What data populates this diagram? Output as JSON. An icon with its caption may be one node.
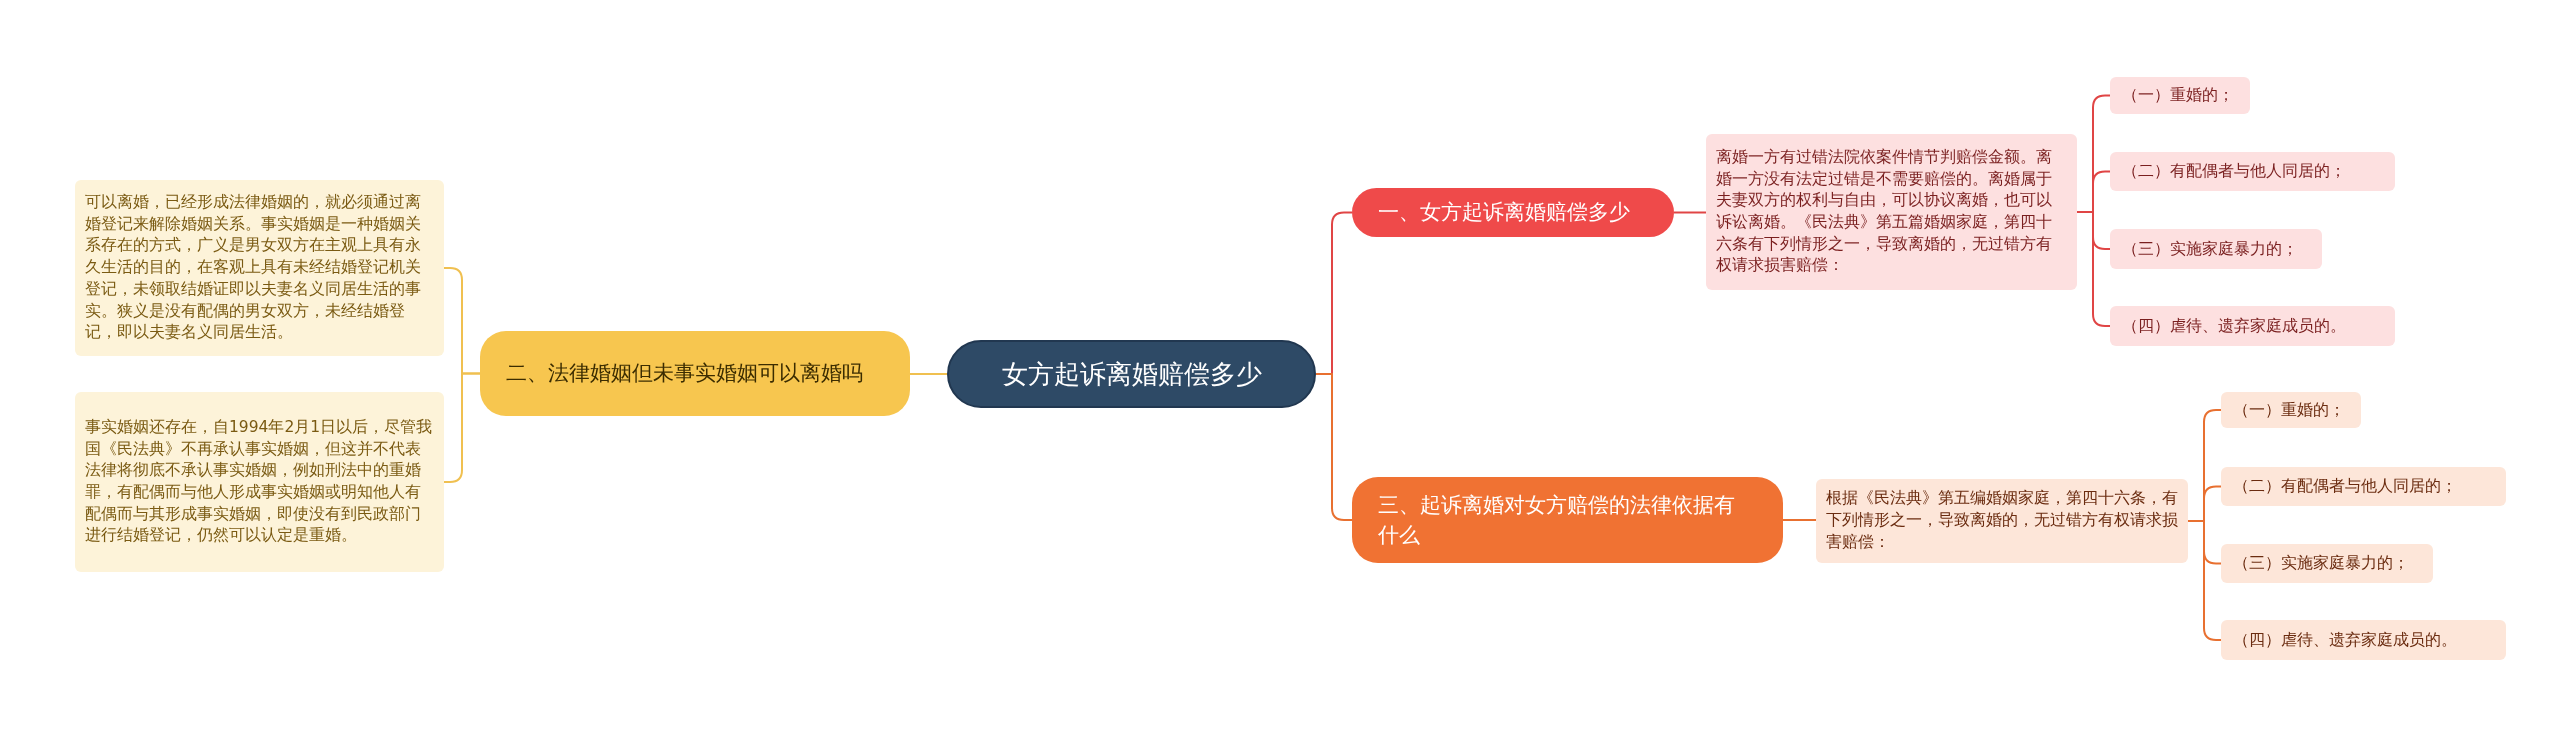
{
  "diagram": {
    "nodes": [
      {
        "text": [
          "女方起诉离婚赔偿多少"
        ]
      },
      {
        "text": [
          "一、女方起诉离婚赔偿多少"
        ]
      },
      {
        "text": [
          "离婚一方有过错法院依案件情节判赔偿金额。离婚一方没有法定过错是不需要赔偿的。离婚属于夫妻双方的权利与自由，可以协议离婚，也可以诉讼离婚。《民法典》第五篇婚姻家庭，第四十六条有下列情形之一，导致离婚的，无过错方有权请求损害赔偿："
        ]
      },
      {
        "text": [
          "（一）重婚的；"
        ]
      },
      {
        "text": [
          "（二）有配偶者与他人同居的；"
        ]
      },
      {
        "text": [
          "（三）实施家庭暴力的；"
        ]
      },
      {
        "text": [
          "（四）虐待、遗弃家庭成员的。"
        ]
      },
      {
        "text": [
          "二、法律婚姻但未事实婚姻可以离婚吗"
        ]
      },
      {
        "text": [
          "可以离婚，已经形成法律婚姻的，就必须通过离婚登记来解除婚姻关系。事实婚姻是一种婚姻关系存在的方式，广义是男女双方在主观上具有永久生活的目的，在客观上具有未经结婚登记机关登记，未领取结婚证即以夫妻名义同居生活的事实。狭义是没有配偶的男女双方，未经结婚登记，即以夫妻名义同居生活。"
        ]
      },
      {
        "text": [
          "事实婚姻还存在，自1994年2月1日以后，尽管我国《民法典》不再承认事实婚姻，但这并不代表法律将彻底不承认事实婚姻，例如刑法中的重婚罪，有配偶而与他人形成事实婚姻或明知他人有配偶而与其形成事实婚姻，即使没有到民政部门进行结婚登记，仍然可以认定是重婚。"
        ]
      },
      {
        "text": [
          "三、起诉离婚对女方赔偿的法律依据有什么"
        ]
      },
      {
        "text": [
          "根据《民法典》第五编婚姻家庭，第四十六条，有下列情形之一，导致离婚的，无过错方有权请求损害赔偿："
        ]
      },
      {
        "text": [
          "（一）重婚的；"
        ]
      },
      {
        "text": [
          "（二）有配偶者与他人同居的；"
        ]
      },
      {
        "text": [
          "（三）实施家庭暴力的；"
        ]
      },
      {
        "text": [
          "（四）虐待、遗弃家庭成员的。"
        ]
      }
    ],
    "edges": [
      {
        "from": 0,
        "to": 1,
        "arrow": "none",
        "color": "#e04545"
      },
      {
        "from": 1,
        "to": 2,
        "arrow": "none",
        "color": "#e04545"
      },
      {
        "from": 2,
        "to": 3,
        "arrow": "none",
        "color": "#e04545"
      },
      {
        "from": 2,
        "to": 4,
        "arrow": "none",
        "color": "#e04545"
      },
      {
        "from": 2,
        "to": 5,
        "arrow": "none",
        "color": "#e04545"
      },
      {
        "from": 2,
        "to": 6,
        "arrow": "none",
        "color": "#e04545"
      },
      {
        "from": 0,
        "to": 7,
        "arrow": "none",
        "color": "#f0c050"
      },
      {
        "from": 7,
        "to": 8,
        "arrow": "none",
        "color": "#f0c050"
      },
      {
        "from": 7,
        "to": 9,
        "arrow": "none",
        "color": "#f0c050"
      },
      {
        "from": 0,
        "to": 10,
        "arrow": "none",
        "color": "#e87030"
      },
      {
        "from": 10,
        "to": 11,
        "arrow": "none",
        "color": "#e87030"
      },
      {
        "from": 11,
        "to": 12,
        "arrow": "none",
        "color": "#e87030"
      },
      {
        "from": 11,
        "to": 13,
        "arrow": "none",
        "color": "#e87030"
      },
      {
        "from": 11,
        "to": 14,
        "arrow": "none",
        "color": "#e87030"
      },
      {
        "from": 11,
        "to": 15,
        "arrow": "none",
        "color": "#e87030"
      }
    ]
  }
}
